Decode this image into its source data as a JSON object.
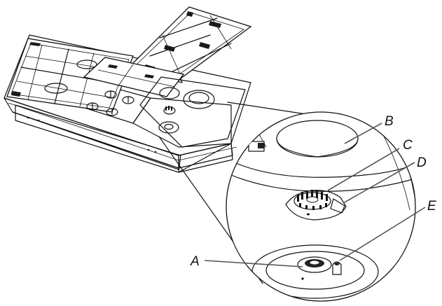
{
  "callouts": [
    {
      "id": "A",
      "label": "A"
    },
    {
      "id": "B",
      "label": "B"
    },
    {
      "id": "C",
      "label": "C"
    },
    {
      "id": "D",
      "label": "D"
    },
    {
      "id": "E",
      "label": "E"
    }
  ]
}
